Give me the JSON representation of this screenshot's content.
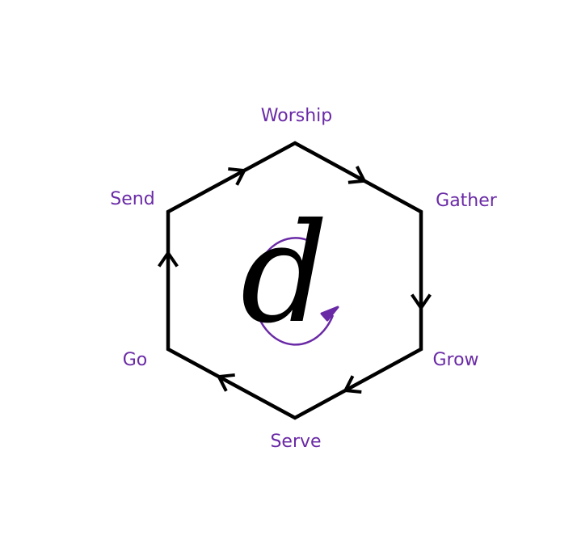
{
  "title_letter": "d",
  "accent_color": "#6a2aa6",
  "cycle": [
    {
      "label": "Worship"
    },
    {
      "label": "Gather"
    },
    {
      "label": "Grow"
    },
    {
      "label": "Serve"
    },
    {
      "label": "Go"
    },
    {
      "label": "Send"
    }
  ],
  "direction": "clockwise"
}
